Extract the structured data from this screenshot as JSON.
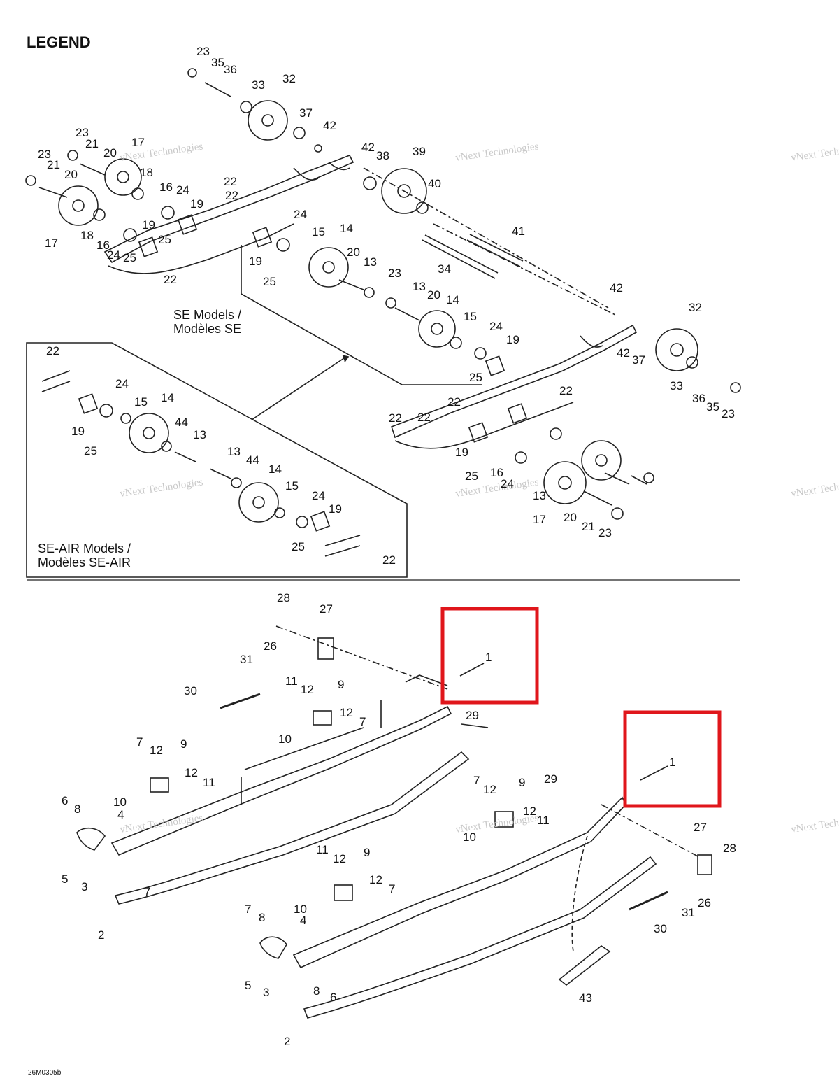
{
  "legend_title": "LEGEND",
  "drawing_code": "26M0305b",
  "captions": {
    "se_models_line1": "SE Models /",
    "se_models_line2": "Modèles SE",
    "se_air_line1": "SE-AIR Models /",
    "se_air_line2": "Modèles SE-AIR"
  },
  "watermark": {
    "line1": "vNext Technologies",
    "line2": "Technologies",
    "line3": "vNext"
  },
  "highlight_color": "#e0161b",
  "labels": [
    "23",
    "35",
    "36",
    "33",
    "32",
    "37",
    "42",
    "42",
    "38",
    "39",
    "40",
    "41",
    "34",
    "23",
    "21",
    "17",
    "20",
    "18",
    "16",
    "24",
    "19",
    "22",
    "23",
    "21",
    "20",
    "17",
    "18",
    "16",
    "24",
    "25",
    "19",
    "22",
    "25",
    "22",
    "24",
    "15",
    "14",
    "20",
    "13",
    "19",
    "25",
    "23",
    "13",
    "20",
    "14",
    "15",
    "24",
    "19",
    "25",
    "22",
    "22",
    "22",
    "22",
    "42",
    "32",
    "42",
    "37",
    "33",
    "36",
    "35",
    "23",
    "19",
    "25",
    "16",
    "24",
    "13",
    "17",
    "20",
    "21",
    "23",
    "22",
    "24",
    "15",
    "14",
    "19",
    "25",
    "44",
    "13",
    "13",
    "44",
    "14",
    "15",
    "24",
    "19",
    "25",
    "22",
    "28",
    "27",
    "26",
    "31",
    "30",
    "11",
    "12",
    "9",
    "12",
    "7",
    "10",
    "29",
    "1",
    "7",
    "12",
    "9",
    "12",
    "11",
    "10",
    "6",
    "8",
    "4",
    "5",
    "3",
    "7",
    "2",
    "7",
    "12",
    "9",
    "12",
    "11",
    "10",
    "29",
    "1",
    "27",
    "28",
    "26",
    "31",
    "30",
    "11",
    "12",
    "9",
    "12",
    "7",
    "10",
    "4",
    "7",
    "8",
    "5",
    "3",
    "8",
    "6",
    "2",
    "43"
  ]
}
